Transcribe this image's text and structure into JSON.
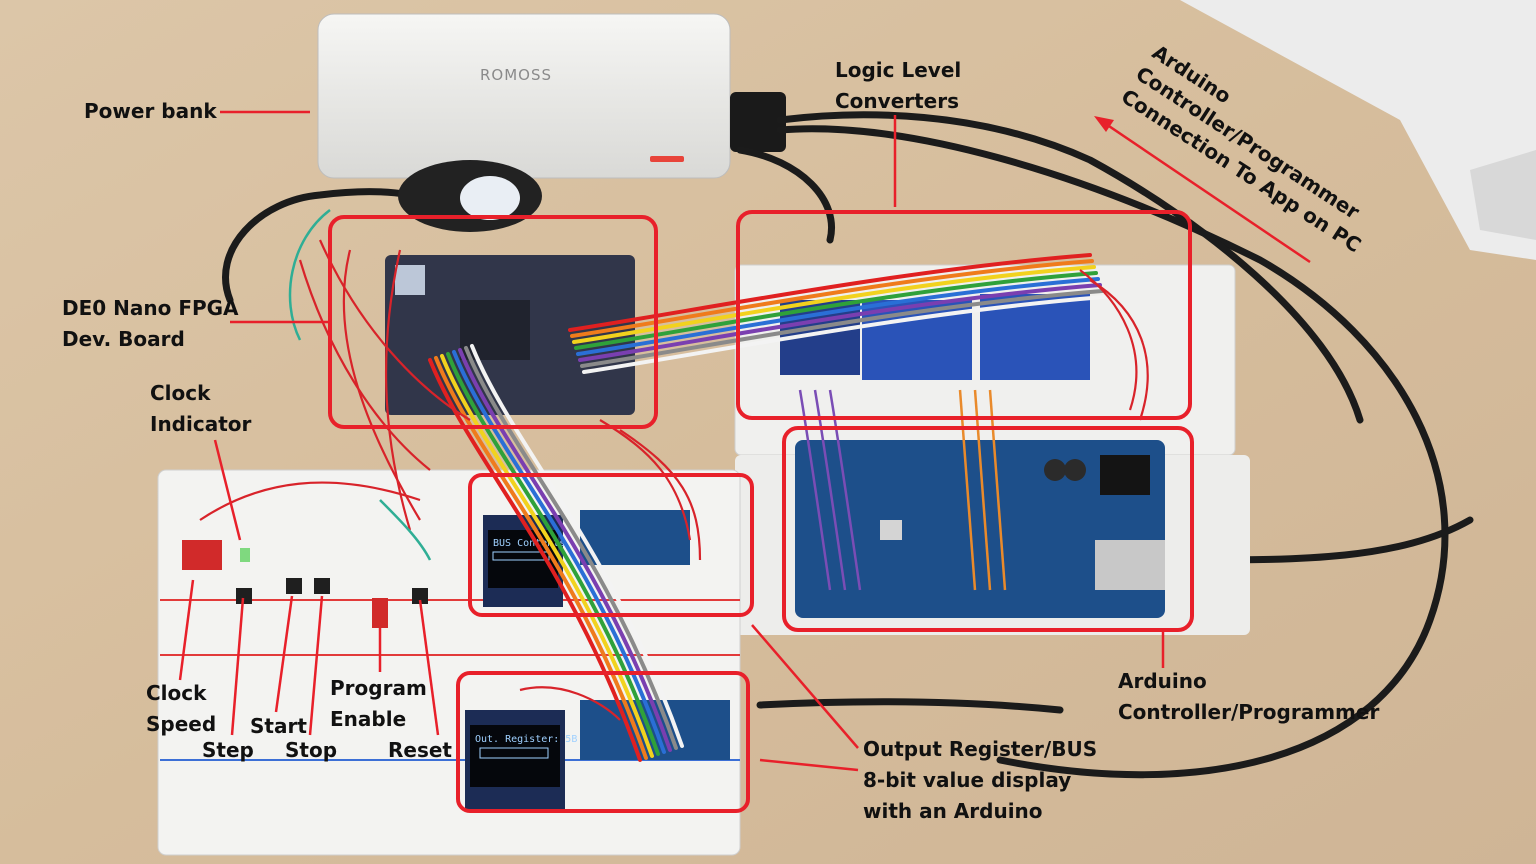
{
  "image": {
    "description_free": true,
    "accent_color": "#e8202a",
    "label_color": "#111111"
  },
  "brand_text": "ROMOSS",
  "oled_top": "BUS Contents",
  "oled_bottom": "Out. Register: 5B",
  "labels": {
    "power_bank": "Power bank",
    "logic_level": [
      "Logic Level",
      "Converters"
    ],
    "arduino_pc": [
      "Arduino",
      "Controller/Programmer",
      "Connection To App on PC"
    ],
    "de0": [
      "DE0 Nano FPGA",
      "Dev. Board"
    ],
    "clock_indicator": [
      "Clock",
      "Indicator"
    ],
    "clock_speed": [
      "Clock",
      "Speed"
    ],
    "step": "Step",
    "start": "Start",
    "stop": "Stop",
    "program_enable": [
      "Program",
      "Enable"
    ],
    "reset": "Reset",
    "arduino_controller": [
      "Arduino",
      "Controller/Programmer"
    ],
    "output_register": [
      "Output Register/BUS",
      "8-bit value display",
      "with an Arduino"
    ]
  }
}
